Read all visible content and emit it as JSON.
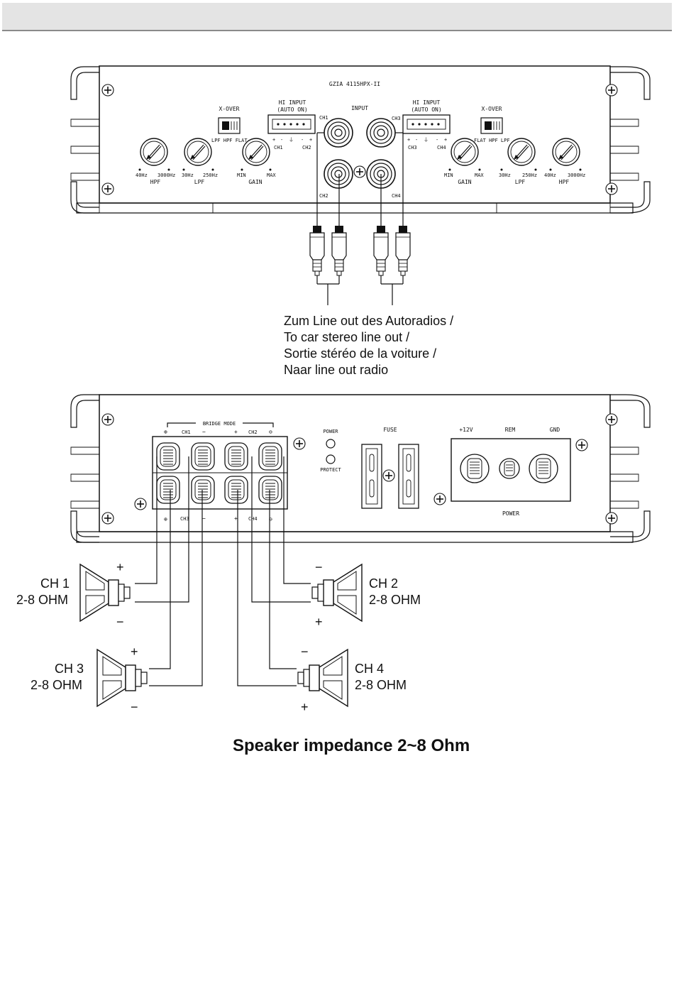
{
  "top_amp": {
    "model": "GZIA 4115HPX-II",
    "input_label": "INPUT",
    "hi_input_label": "HI  INPUT",
    "auto_on_label": "(AUTO ON)",
    "xover_label": "X-OVER",
    "left_switch_positions": "LPF HPF FLAT",
    "right_switch_positions": "FLAT HPF LPF",
    "ch_labels": [
      "CH1",
      "CH2",
      "CH3",
      "CH4"
    ],
    "hpf_label": "HPF",
    "lpf_label": "LPF",
    "gain_label": "GAIN",
    "hz_40": "40Hz",
    "hz_3000": "3000Hz",
    "hz_30": "30Hz",
    "hz_250": "250Hz",
    "min_label": "MIN",
    "max_label": "MAX"
  },
  "line_out_caption": [
    "Zum Line out des Autoradios /",
    "To car stereo line out /",
    "Sortie stéréo de la voiture /",
    "Naar line out radio"
  ],
  "bottom_amp": {
    "bridge_mode": "BRIDGE MODE",
    "ch1": "CH1",
    "ch2": "CH2",
    "ch3": "CH3",
    "ch4": "CH4",
    "power_led": "POWER",
    "protect_led": "PROTECT",
    "fuse": "FUSE",
    "plus12v": "+12V",
    "rem": "REM",
    "gnd": "GND",
    "power": "POWER"
  },
  "speakers": [
    {
      "name": "CH 1",
      "impedance": "2-8 OHM"
    },
    {
      "name": "CH 2",
      "impedance": "2-8 OHM"
    },
    {
      "name": "CH 3",
      "impedance": "2-8 OHM"
    },
    {
      "name": "CH 4",
      "impedance": "2-8 OHM"
    }
  ],
  "caption": "Speaker impedance 2~8 Ohm"
}
